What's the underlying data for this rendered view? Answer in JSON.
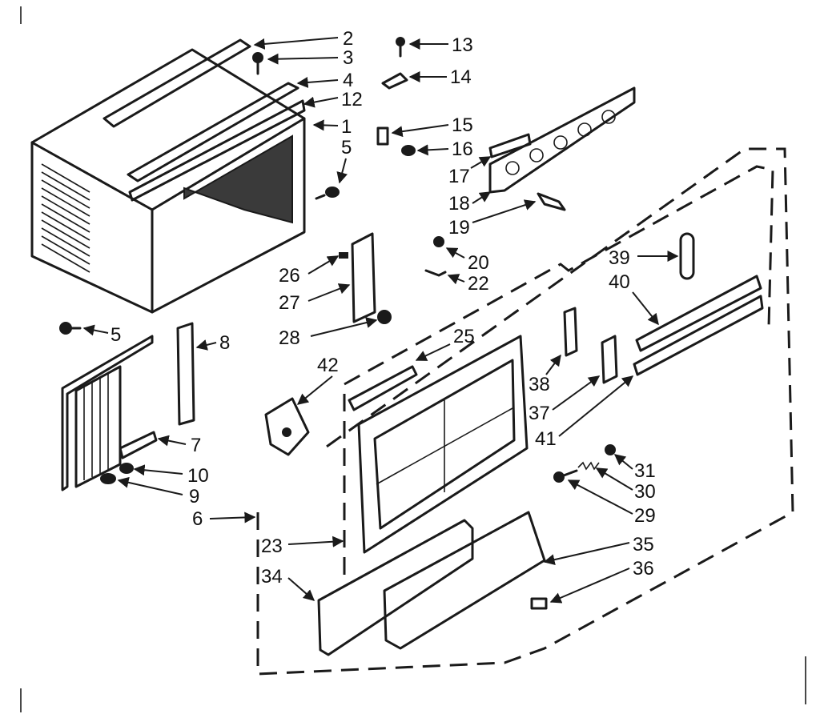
{
  "callouts": [
    {
      "id": "c2",
      "text": "2"
    },
    {
      "id": "c3",
      "text": "3"
    },
    {
      "id": "c4",
      "text": "4"
    },
    {
      "id": "c12",
      "text": "12"
    },
    {
      "id": "c1",
      "text": "1"
    },
    {
      "id": "c5a",
      "text": "5"
    },
    {
      "id": "c5b",
      "text": "5"
    },
    {
      "id": "c13",
      "text": "13"
    },
    {
      "id": "c14",
      "text": "14"
    },
    {
      "id": "c15",
      "text": "15"
    },
    {
      "id": "c16",
      "text": "16"
    },
    {
      "id": "c17",
      "text": "17"
    },
    {
      "id": "c18",
      "text": "18"
    },
    {
      "id": "c19",
      "text": "19"
    },
    {
      "id": "c20",
      "text": "20"
    },
    {
      "id": "c22",
      "text": "22"
    },
    {
      "id": "c26",
      "text": "26"
    },
    {
      "id": "c27",
      "text": "27"
    },
    {
      "id": "c28",
      "text": "28"
    },
    {
      "id": "c39",
      "text": "39"
    },
    {
      "id": "c40",
      "text": "40"
    },
    {
      "id": "c8",
      "text": "8"
    },
    {
      "id": "c25",
      "text": "25"
    },
    {
      "id": "c42",
      "text": "42"
    },
    {
      "id": "c38",
      "text": "38"
    },
    {
      "id": "c37",
      "text": "37"
    },
    {
      "id": "c41",
      "text": "41"
    },
    {
      "id": "c7",
      "text": "7"
    },
    {
      "id": "c10",
      "text": "10"
    },
    {
      "id": "c9",
      "text": "9"
    },
    {
      "id": "c6",
      "text": "6"
    },
    {
      "id": "c31",
      "text": "31"
    },
    {
      "id": "c30",
      "text": "30"
    },
    {
      "id": "c29",
      "text": "29"
    },
    {
      "id": "c23",
      "text": "23"
    },
    {
      "id": "c35",
      "text": "35"
    },
    {
      "id": "c34",
      "text": "34"
    },
    {
      "id": "c36",
      "text": "36"
    }
  ]
}
